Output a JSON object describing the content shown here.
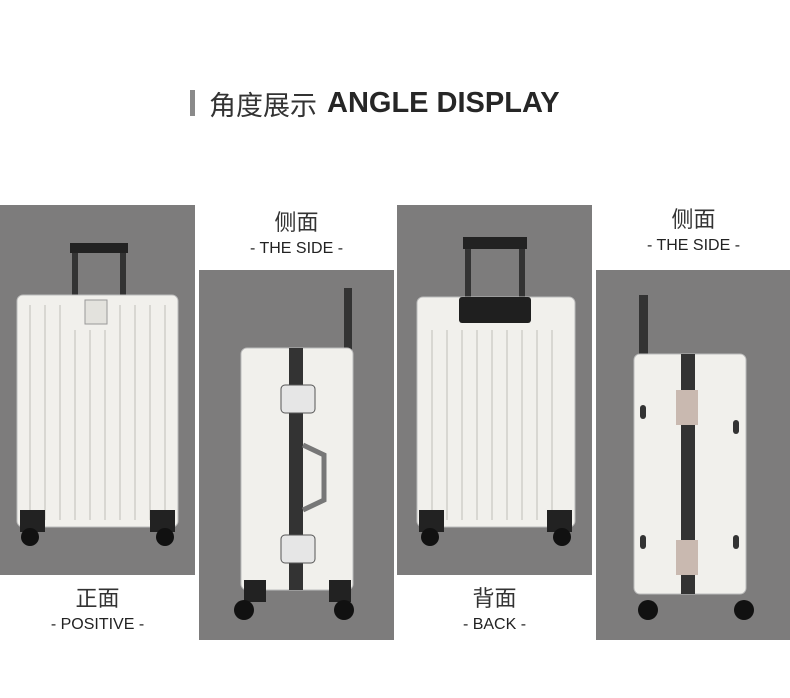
{
  "header": {
    "title_cn": "角度展示",
    "title_en": "ANGLE DISPLAY"
  },
  "views": [
    {
      "label_cn": "正面",
      "label_en": "- POSITIVE -"
    },
    {
      "label_cn": "侧面",
      "label_en": "- THE SIDE -"
    },
    {
      "label_cn": "背面",
      "label_en": "- BACK -"
    },
    {
      "label_cn": "侧面",
      "label_en": "- THE SIDE -"
    }
  ],
  "colors": {
    "panel": "#7d7c7c",
    "shell": "#f1f0ec",
    "accent_bar": "#8a8a8a"
  }
}
